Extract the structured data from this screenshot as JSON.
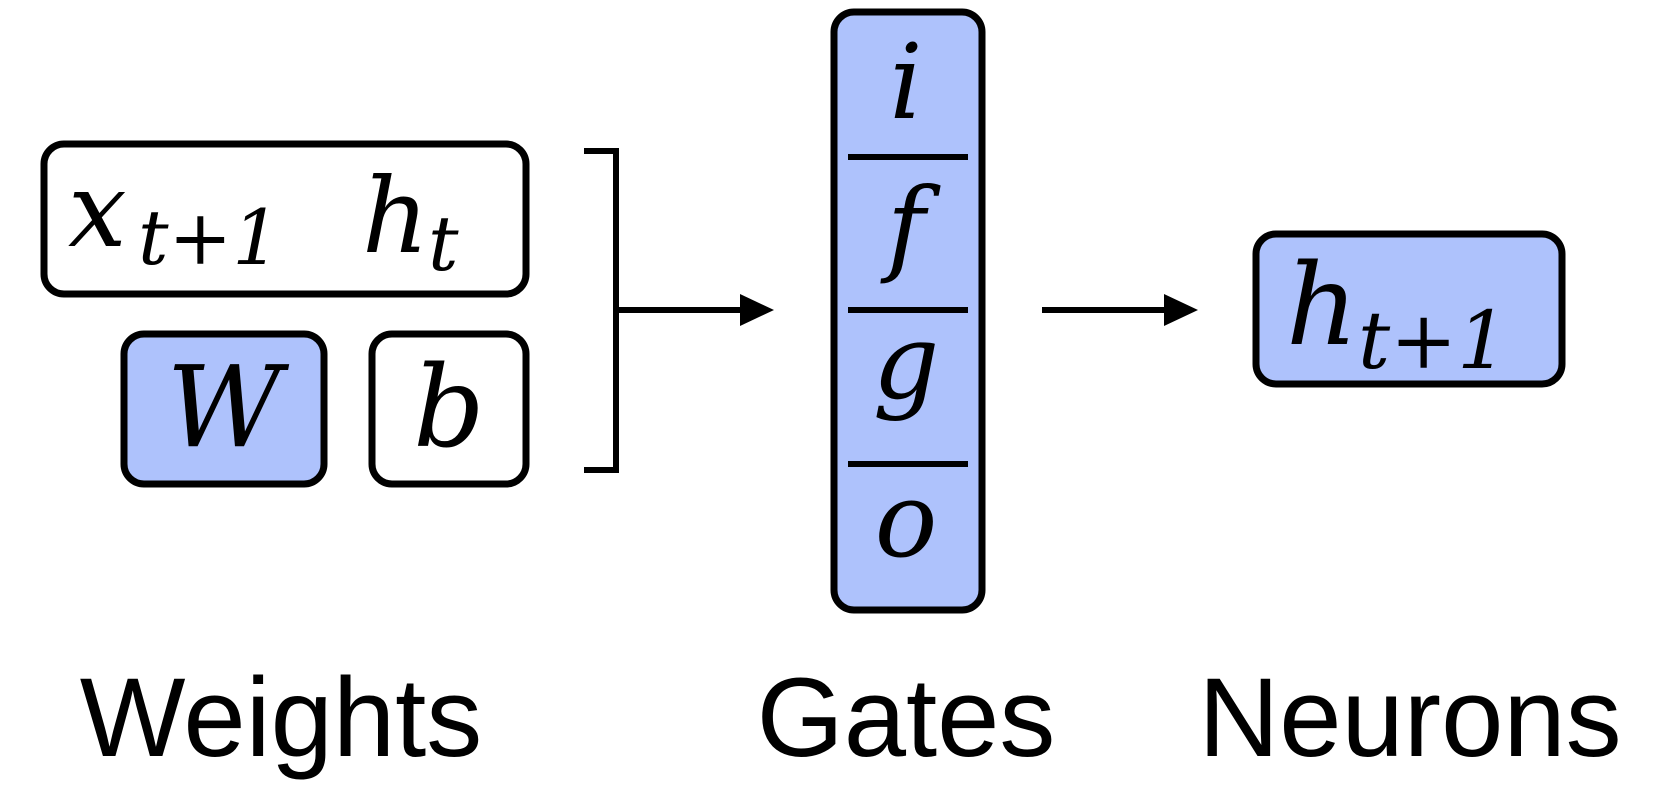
{
  "input_box": {
    "x_symbol": "x",
    "x_subscript": "t+1",
    "h_symbol": "h",
    "h_subscript": "t"
  },
  "weight_box": {
    "symbol": "W"
  },
  "bias_box": {
    "symbol": "b"
  },
  "gates": {
    "i": "i",
    "f": "f",
    "g": "g",
    "o": "o"
  },
  "output_box": {
    "symbol": "h",
    "subscript": "t+1"
  },
  "labels": {
    "weights": "Weights",
    "gates": "Gates",
    "neurons": "Neurons"
  },
  "colors": {
    "fill_blue": "#aec2fc",
    "stroke": "#000000",
    "background": "#ffffff"
  }
}
